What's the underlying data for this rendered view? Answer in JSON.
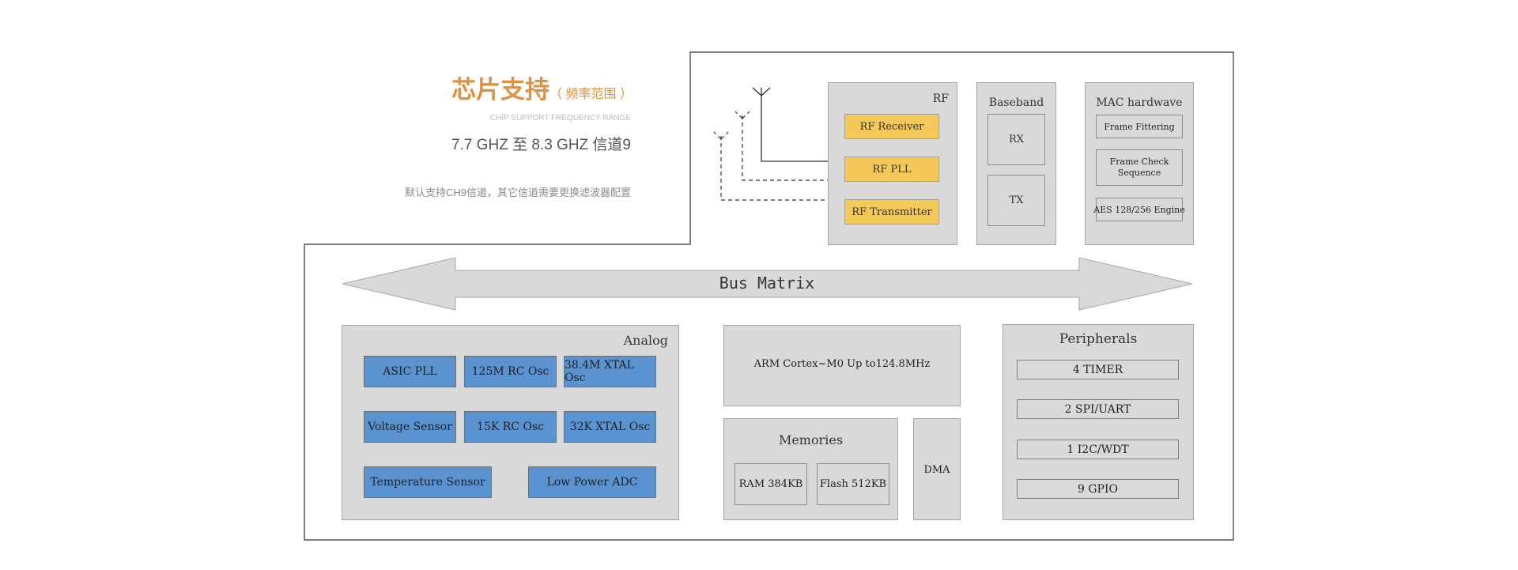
{
  "heading": {
    "main": "芯片支持",
    "sub": "（ 频率范围 ）",
    "en": "CHIP SUPPORT FREQUENCY RANGE",
    "range": "7.7 GHZ 至 8.3 GHZ 信道9",
    "note": "默认支持CH9信道，其它信道需要更换滤波器配置"
  },
  "rf": {
    "title": "RF",
    "receiver": "RF Receiver",
    "pll": "RF PLL",
    "transmitter": "RF Transmitter"
  },
  "baseband": {
    "title": "Baseband",
    "rx": "RX",
    "tx": "TX"
  },
  "mac": {
    "title": "MAC hardwave",
    "frame_filtering": "Frame Fittering",
    "frame_check": "Frame Check Sequence",
    "aes": "AES 128/256 Engine"
  },
  "bus": {
    "label": "Bus Matrix"
  },
  "analog": {
    "title": "Analog",
    "asic_pll": "ASIC PLL",
    "rc125": "125M RC Osc",
    "xtal38": "38.4M XTAL Osc",
    "voltage": "Voltage Sensor",
    "rc15": "15K RC Osc",
    "xtal32": "32K XTAL Osc",
    "temperature": "Temperature Sensor",
    "adc": "Low Power ADC"
  },
  "cpu": {
    "label": "ARM Cortex~M0 Up to124.8MHz"
  },
  "memories": {
    "title": "Memories",
    "ram": "RAM 384KB",
    "flash": "Flash 512KB"
  },
  "dma": {
    "label": "DMA"
  },
  "peripherals": {
    "title": "Peripherals",
    "timer": "4 TIMER",
    "spi": "2 SPI/UART",
    "i2c": "1 I2C/WDT",
    "gpio": "9 GPIO"
  },
  "colors": {
    "accent": "#e0913f",
    "rf_block": "#f4c95a",
    "analog_block": "#5b93d1",
    "panel": "#d9d9d9"
  }
}
